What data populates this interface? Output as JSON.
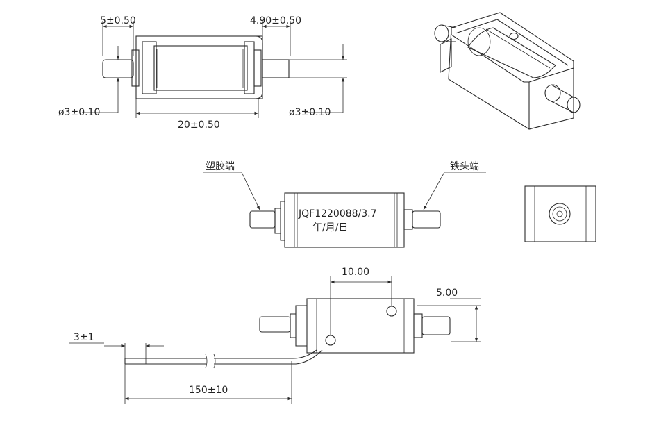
{
  "top_view": {
    "dim_left_stub": "5±0.50",
    "dim_right_stub": "4.90±0.50",
    "dim_left_dia": "ø3±0.10",
    "dim_right_dia": "ø3±0.10",
    "dim_body_length": "20±0.50"
  },
  "side_view": {
    "label_plastic_end": "塑胶端",
    "label_iron_end": "铁头端",
    "model_marking": "JQF1220088/3.7",
    "date_marking": "年/月/日"
  },
  "bottom_view": {
    "dim_hole_spacing": "10.00",
    "dim_hole_offset": "5.00",
    "dim_wire_strip": "3±1",
    "dim_wire_length": "150±10"
  }
}
